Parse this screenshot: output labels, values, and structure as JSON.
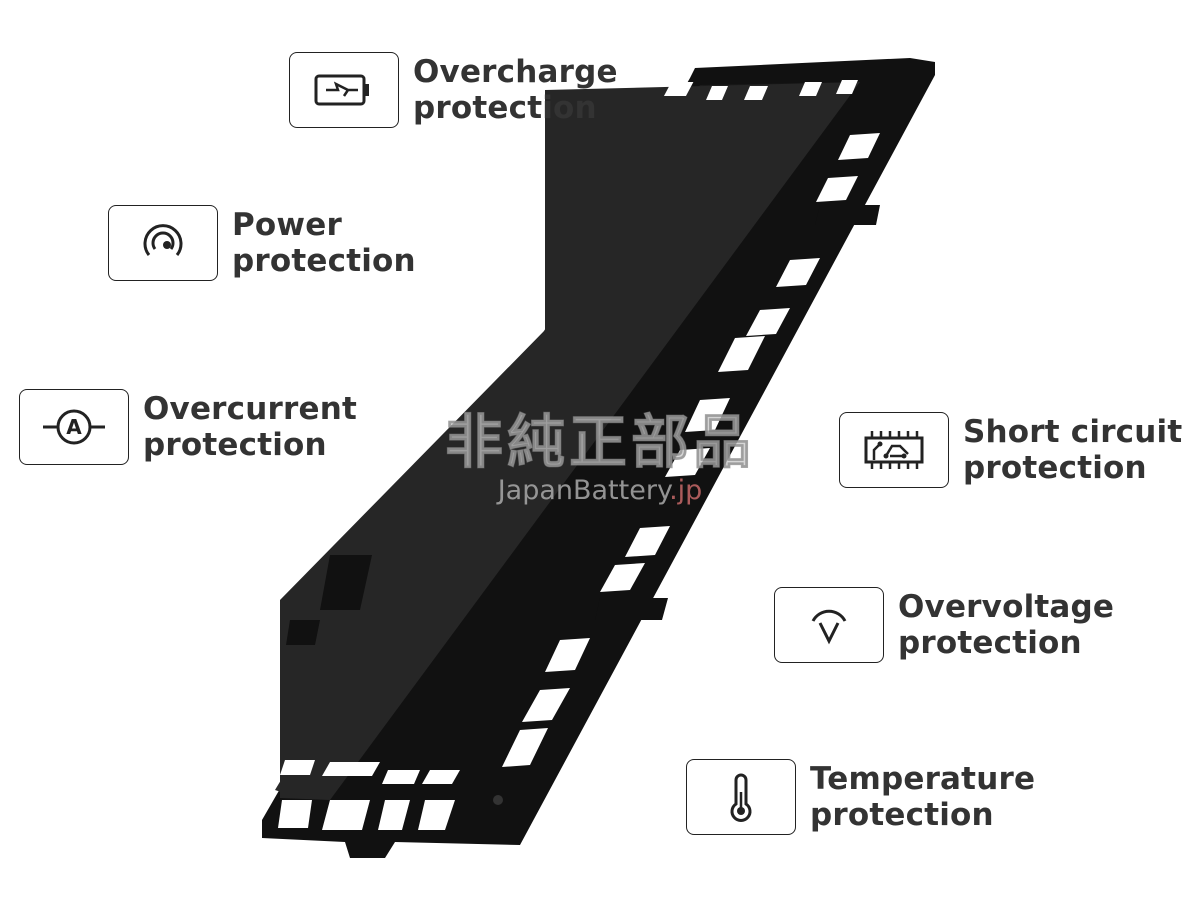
{
  "features": [
    {
      "id": "overcharge",
      "line1": "Overcharge",
      "line2": "protection",
      "icon": "battery-charge-icon"
    },
    {
      "id": "power",
      "line1": "Power",
      "line2": "protection",
      "icon": "gauge-icon"
    },
    {
      "id": "overcurrent",
      "line1": "Overcurrent",
      "line2": "protection",
      "icon": "ammeter-icon"
    },
    {
      "id": "short-circuit",
      "line1": "Short circuit",
      "line2": "protection",
      "icon": "circuit-chip-icon"
    },
    {
      "id": "overvoltage",
      "line1": "Overvoltage",
      "line2": "protection",
      "icon": "voltage-icon"
    },
    {
      "id": "temperature",
      "line1": "Temperature",
      "line2": "protection",
      "icon": "thermometer-icon"
    }
  ],
  "watermark": {
    "jp": "非純正部品",
    "brand": "JapanBattery",
    "tld": ".jp"
  },
  "colors": {
    "text": "#333333",
    "battery": "#1c1c1c",
    "border": "#222222"
  }
}
